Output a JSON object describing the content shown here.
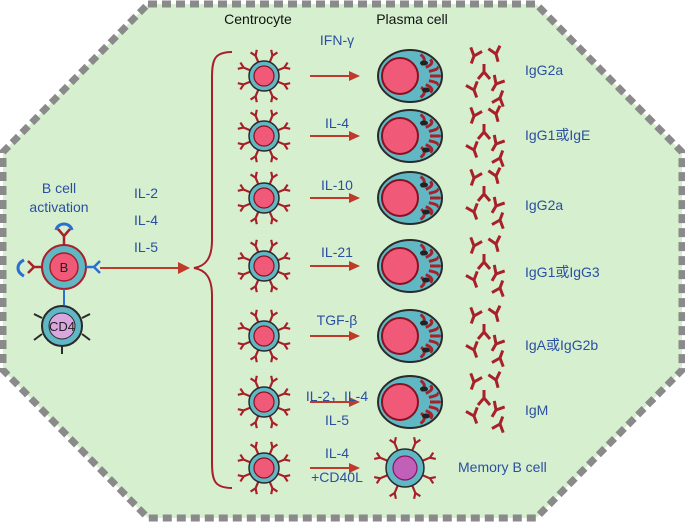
{
  "headers": {
    "centrocyte": "Centrocyte",
    "plasma": "Plasma cell"
  },
  "activation": {
    "title_line1": "B cell",
    "title_line2": "activation",
    "cytokines": [
      "IL-2",
      "IL-4",
      "IL-5"
    ],
    "b_label": "B",
    "cd4_label": "CD4"
  },
  "rows": [
    {
      "signal": [
        "IFN-γ"
      ],
      "output": "IgG2a",
      "kind": "plasma"
    },
    {
      "signal": [
        "IL-4"
      ],
      "output": "IgG1或IgE",
      "kind": "plasma"
    },
    {
      "signal": [
        "IL-10"
      ],
      "output": "IgG2a",
      "kind": "plasma"
    },
    {
      "signal": [
        "IL-21"
      ],
      "output": "IgG1或IgG3",
      "kind": "plasma"
    },
    {
      "signal": [
        "TGF-β"
      ],
      "output": "IgA或IgG2b",
      "kind": "plasma"
    },
    {
      "signal": [
        "IL-2，IL-4",
        "IL-5"
      ],
      "output": "IgM",
      "kind": "plasma"
    },
    {
      "signal": [
        "IL-4",
        "+CD40L"
      ],
      "output": "Memory B cell",
      "kind": "memory"
    }
  ],
  "colors": {
    "background": "#d6f0cf",
    "border": "#8a8a8a",
    "arrow": "#c0392b",
    "antibody": "#a8202a",
    "cell_ring": "#5fb8c4",
    "nucleus": "#f05a78",
    "cd4": "#d9a7e0",
    "text": "#2b4fa0"
  }
}
